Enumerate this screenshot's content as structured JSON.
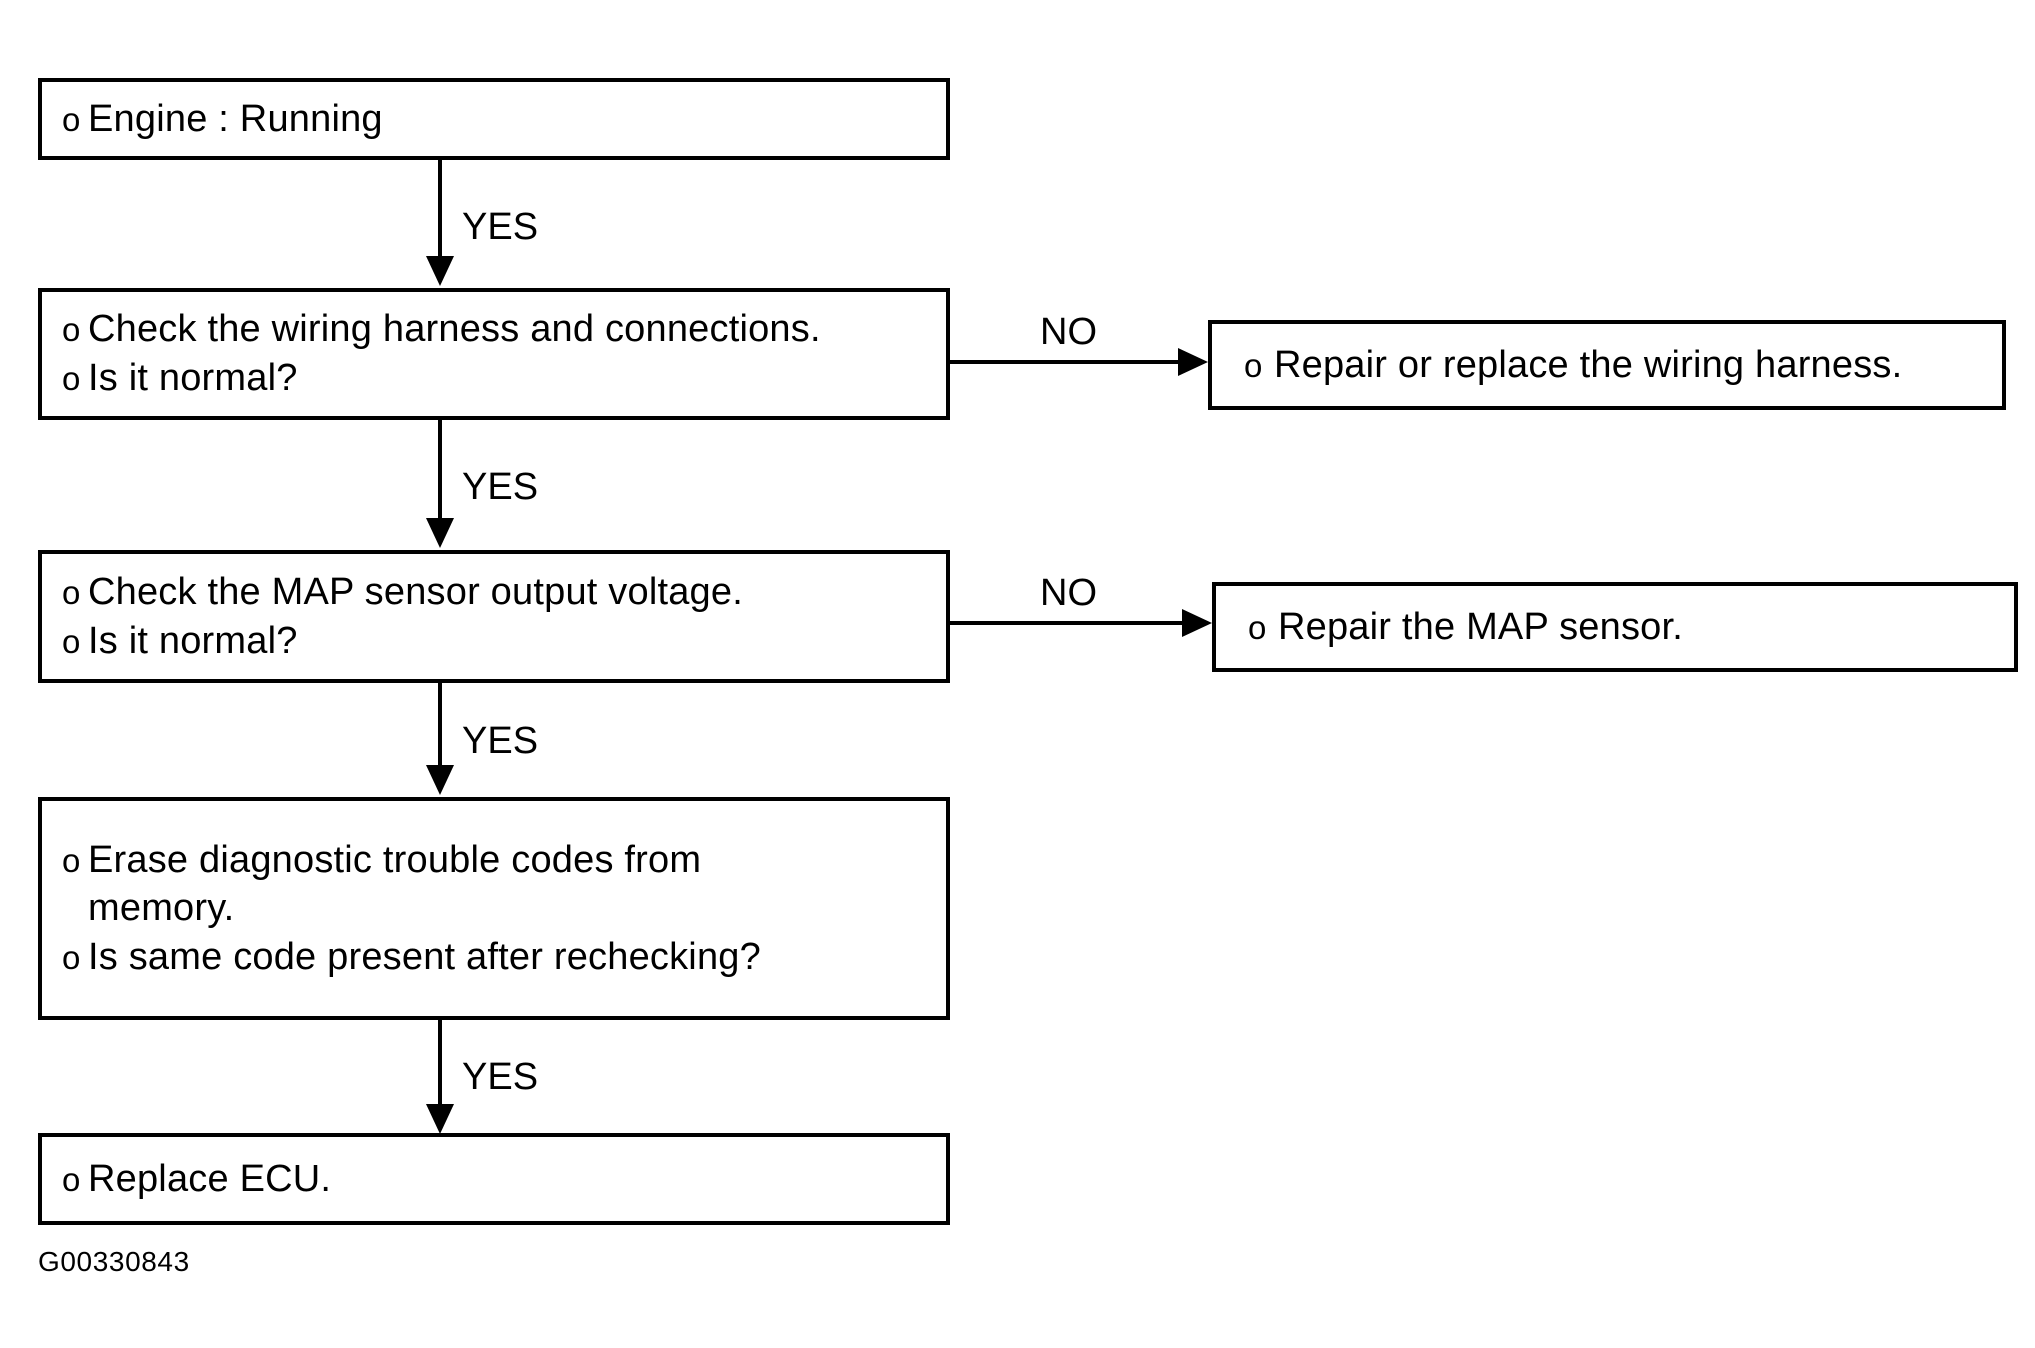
{
  "diagram": {
    "figure_code": "G00330843",
    "bullet_glyph": "o",
    "nodes": [
      {
        "id": "engine-running",
        "lines": [
          "Engine : Running"
        ]
      },
      {
        "id": "check-wiring-harness",
        "lines": [
          "Check the wiring harness and connections.",
          "Is it normal?"
        ]
      },
      {
        "id": "check-map-sensor-voltage",
        "lines": [
          "Check the MAP sensor output voltage.",
          "Is it normal?"
        ]
      },
      {
        "id": "erase-dtc",
        "lines": [
          "Erase diagnostic trouble codes from",
          "memory.",
          "Is same code present after rechecking?"
        ]
      },
      {
        "id": "replace-ecu",
        "lines": [
          "Replace ECU."
        ]
      },
      {
        "id": "repair-wiring-harness",
        "lines": [
          "Repair or replace the wiring harness."
        ]
      },
      {
        "id": "repair-map-sensor",
        "lines": [
          "Repair the MAP sensor."
        ]
      }
    ],
    "edges": [
      {
        "id": "engine-to-wiring",
        "label": "YES"
      },
      {
        "id": "wiring-to-map",
        "label": "YES"
      },
      {
        "id": "map-to-erase",
        "label": "YES"
      },
      {
        "id": "erase-to-ecu",
        "label": "YES"
      },
      {
        "id": "wiring-no",
        "label": "NO"
      },
      {
        "id": "map-no",
        "label": "NO"
      }
    ]
  }
}
